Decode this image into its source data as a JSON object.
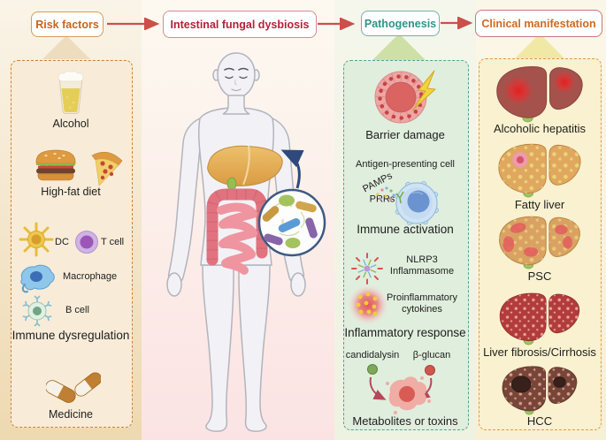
{
  "headers": {
    "risk_factors": "Risk factors",
    "dysbiosis": "Intestinal fungal dysbiosis",
    "pathogenesis": "Pathogenesis",
    "clinical": "Clinical manifestation"
  },
  "risk_column": {
    "alcohol": "Alcohol",
    "high_fat_diet": "High-fat diet",
    "dc": "DC",
    "t_cell": "T cell",
    "macrophage": "Macrophage",
    "b_cell": "B cell",
    "immune_dysregulation": "Immune dysregulation",
    "medicine": "Medicine"
  },
  "pathogenesis_column": {
    "barrier_damage": "Barrier damage",
    "antigen_presenting_cell": "Antigen-presenting cell",
    "pamps": "PAMPs",
    "prrs": "PRRs",
    "immune_activation": "Immune activation",
    "nlrp3": "NLRP3 Inflammasome",
    "proinflammatory": "Proinflammatory cytokines",
    "inflammatory_response": "Inflammatory response",
    "candidalysin": "candidalysin",
    "beta_glucan": "β-glucan",
    "metabolites": "Metabolites or toxins"
  },
  "clinical_column": {
    "items": [
      "Alcoholic hepatitis",
      "Fatty liver",
      "PSC",
      "Liver fibrosis/Cirrhosis",
      "HCC"
    ]
  },
  "colors": {
    "risk_accent": "#c8651d",
    "dysbiosis_accent": "#b32038",
    "pathogenesis_accent": "#2f9488",
    "clinical_accent": "#d2691e",
    "arrow": "#cc4f4a"
  }
}
